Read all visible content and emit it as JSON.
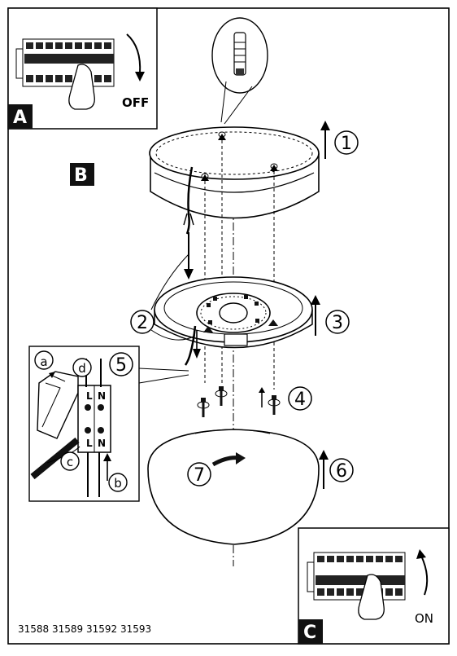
{
  "panels": {
    "a": {
      "letter": "A",
      "switch_state": "OFF"
    },
    "b": {
      "letter": "B"
    },
    "c": {
      "letter": "C",
      "switch_state": "ON"
    }
  },
  "steps": [
    "1",
    "2",
    "3",
    "4",
    "5",
    "6",
    "7"
  ],
  "wiring": {
    "callouts": [
      "a",
      "b",
      "c",
      "d"
    ],
    "terminals": [
      "L",
      "N",
      "L",
      "N"
    ]
  },
  "model_numbers": "31588 31589 31592 31593",
  "colors": {
    "line": "#000000",
    "fill": "#ffffff",
    "shade": "#6e6e6e",
    "dark": "#1e1e1e"
  }
}
